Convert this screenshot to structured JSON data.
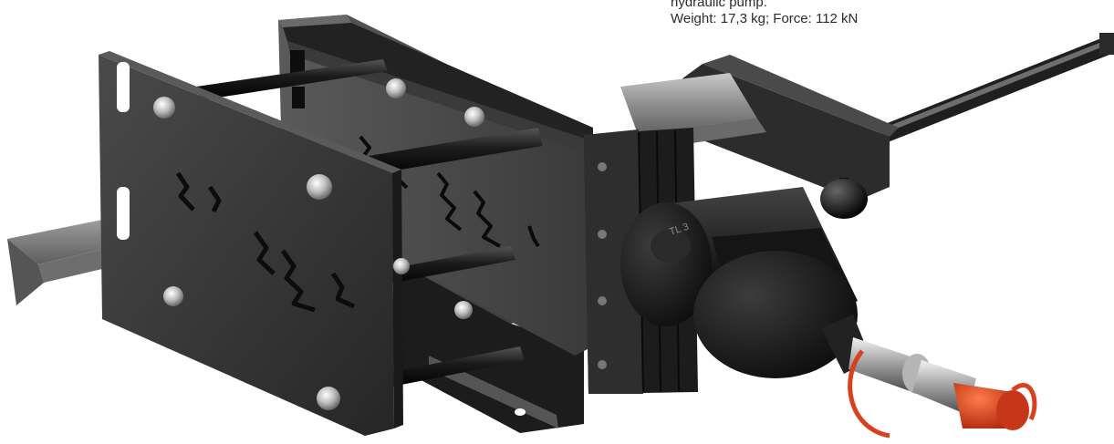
{
  "caption": {
    "line1": "hydraulic pump.",
    "line2": "Weight: 17,3 kg; Force: 112 kN"
  },
  "die": {
    "engraving": "TL 3"
  },
  "colors": {
    "steel_dark": "#2a2a2a",
    "steel_plate": "#3a3a3a",
    "rail_metal": "#9a9a9a",
    "cylinder": "#1e1e1e",
    "coupler_cap": "#d9401c",
    "knob": "#111111",
    "background": "#ffffff"
  },
  "icons": {
    "photo": "hydraulic-rail-cutter-photo"
  }
}
